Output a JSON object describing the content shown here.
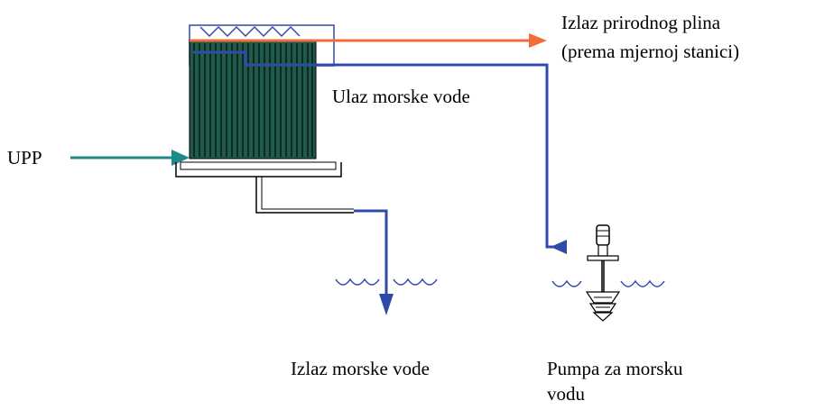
{
  "labels": {
    "gas_outlet_line1": "Izlaz prirodnog plina",
    "gas_outlet_line2": "(prema mjernoj stanici)",
    "seawater_inlet": "Ulaz morske vode",
    "lng": "UPP",
    "seawater_outlet": "Izlaz morske vode",
    "pump_line1": "Pumpa za morsku",
    "pump_line2": "vodu"
  },
  "colors": {
    "gas": "#f26b3a",
    "seawater": "#2f4aa8",
    "lng": "#1f8a86",
    "vaporizer_fill": "#1f5a4a",
    "vaporizer_stripes": "#0c2a20",
    "outline": "#000000"
  }
}
